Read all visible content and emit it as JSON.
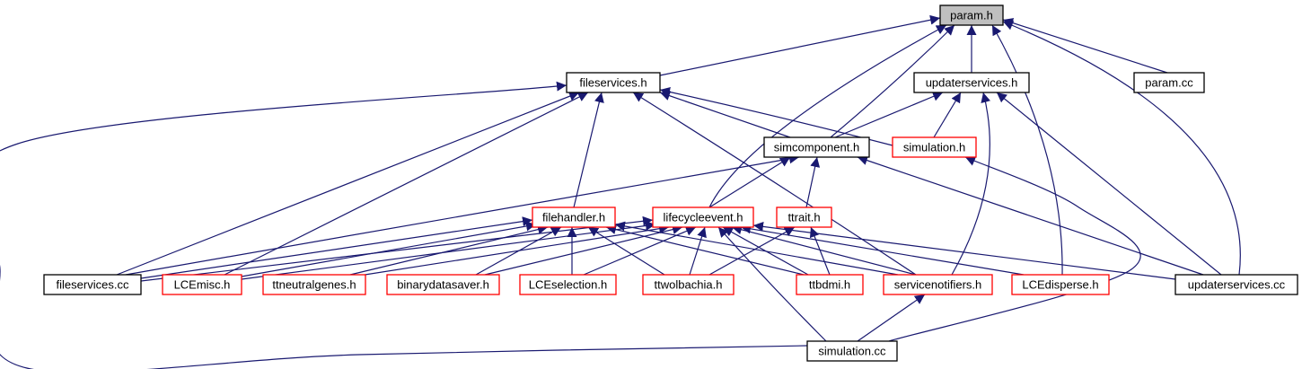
{
  "colors": {
    "edge": "#191970",
    "normal_border": "#000000",
    "incomplete_border": "#ff0000",
    "root_fill": "#bfbfbf",
    "fill": "#ffffff"
  },
  "nodes": [
    {
      "id": "param_h",
      "label": "param.h",
      "style": "root"
    },
    {
      "id": "fileservices_h",
      "label": "fileservices.h",
      "style": "normal"
    },
    {
      "id": "updaterservices_h",
      "label": "updaterservices.h",
      "style": "normal"
    },
    {
      "id": "param_cc",
      "label": "param.cc",
      "style": "normal"
    },
    {
      "id": "simcomponent_h",
      "label": "simcomponent.h",
      "style": "normal"
    },
    {
      "id": "simulation_h",
      "label": "simulation.h",
      "style": "incomplete"
    },
    {
      "id": "filehandler_h",
      "label": "filehandler.h",
      "style": "incomplete"
    },
    {
      "id": "lifecycleevent_h",
      "label": "lifecycleevent.h",
      "style": "incomplete"
    },
    {
      "id": "ttrait_h",
      "label": "ttrait.h",
      "style": "incomplete"
    },
    {
      "id": "fileservices_cc",
      "label": "fileservices.cc",
      "style": "normal"
    },
    {
      "id": "lcemisc_h",
      "label": "LCEmisc.h",
      "style": "incomplete"
    },
    {
      "id": "ttneutralgenes_h",
      "label": "ttneutralgenes.h",
      "style": "incomplete"
    },
    {
      "id": "binarydatasaver_h",
      "label": "binarydatasaver.h",
      "style": "incomplete"
    },
    {
      "id": "lceselection_h",
      "label": "LCEselection.h",
      "style": "incomplete"
    },
    {
      "id": "ttwolbachia_h",
      "label": "ttwolbachia.h",
      "style": "incomplete"
    },
    {
      "id": "ttbdmi_h",
      "label": "ttbdmi.h",
      "style": "incomplete"
    },
    {
      "id": "servicenotifiers_h",
      "label": "servicenotifiers.h",
      "style": "incomplete"
    },
    {
      "id": "lcedisperse_h",
      "label": "LCEdisperse.h",
      "style": "incomplete"
    },
    {
      "id": "updaterservices_cc",
      "label": "updaterservices.cc",
      "style": "normal"
    },
    {
      "id": "simulation_cc",
      "label": "simulation.cc",
      "style": "normal"
    }
  ],
  "edges": [
    {
      "from": "fileservices_h",
      "to": "param_h"
    },
    {
      "from": "updaterservices_h",
      "to": "param_h"
    },
    {
      "from": "param_cc",
      "to": "param_h"
    },
    {
      "from": "simcomponent_h",
      "to": "param_h"
    },
    {
      "from": "lifecycleevent_h",
      "to": "param_h"
    },
    {
      "from": "lcedisperse_h",
      "to": "param_h"
    },
    {
      "from": "updaterservices_cc",
      "to": "param_h"
    },
    {
      "from": "fileservices_cc",
      "to": "fileservices_h"
    },
    {
      "from": "lcemisc_h",
      "to": "fileservices_h"
    },
    {
      "from": "filehandler_h",
      "to": "fileservices_h"
    },
    {
      "from": "simcomponent_h",
      "to": "fileservices_h"
    },
    {
      "from": "simulation_h",
      "to": "fileservices_h"
    },
    {
      "from": "servicenotifiers_h",
      "to": "fileservices_h"
    },
    {
      "from": "simulation_cc",
      "to": "fileservices_h"
    },
    {
      "from": "simcomponent_h",
      "to": "updaterservices_h"
    },
    {
      "from": "simulation_h",
      "to": "updaterservices_h"
    },
    {
      "from": "servicenotifiers_h",
      "to": "updaterservices_h"
    },
    {
      "from": "updaterservices_cc",
      "to": "updaterservices_h"
    },
    {
      "from": "fileservices_cc",
      "to": "simcomponent_h"
    },
    {
      "from": "lifecycleevent_h",
      "to": "simcomponent_h"
    },
    {
      "from": "ttrait_h",
      "to": "simcomponent_h"
    },
    {
      "from": "updaterservices_cc",
      "to": "simcomponent_h"
    },
    {
      "from": "simulation_cc",
      "to": "simulation_h"
    },
    {
      "from": "fileservices_cc",
      "to": "filehandler_h"
    },
    {
      "from": "lcemisc_h",
      "to": "filehandler_h"
    },
    {
      "from": "ttneutralgenes_h",
      "to": "filehandler_h"
    },
    {
      "from": "binarydatasaver_h",
      "to": "filehandler_h"
    },
    {
      "from": "lceselection_h",
      "to": "filehandler_h"
    },
    {
      "from": "ttwolbachia_h",
      "to": "filehandler_h"
    },
    {
      "from": "ttbdmi_h",
      "to": "filehandler_h"
    },
    {
      "from": "servicenotifiers_h",
      "to": "filehandler_h"
    },
    {
      "from": "fileservices_cc",
      "to": "lifecycleevent_h"
    },
    {
      "from": "lcemisc_h",
      "to": "lifecycleevent_h"
    },
    {
      "from": "ttneutralgenes_h",
      "to": "lifecycleevent_h"
    },
    {
      "from": "binarydatasaver_h",
      "to": "lifecycleevent_h"
    },
    {
      "from": "lceselection_h",
      "to": "lifecycleevent_h"
    },
    {
      "from": "ttwolbachia_h",
      "to": "lifecycleevent_h"
    },
    {
      "from": "ttbdmi_h",
      "to": "lifecycleevent_h"
    },
    {
      "from": "servicenotifiers_h",
      "to": "lifecycleevent_h"
    },
    {
      "from": "lcedisperse_h",
      "to": "lifecycleevent_h"
    },
    {
      "from": "updaterservices_cc",
      "to": "lifecycleevent_h"
    },
    {
      "from": "simulation_cc",
      "to": "lifecycleevent_h"
    },
    {
      "from": "ttwolbachia_h",
      "to": "ttrait_h"
    },
    {
      "from": "ttbdmi_h",
      "to": "ttrait_h"
    },
    {
      "from": "simulation_cc",
      "to": "servicenotifiers_h"
    }
  ]
}
